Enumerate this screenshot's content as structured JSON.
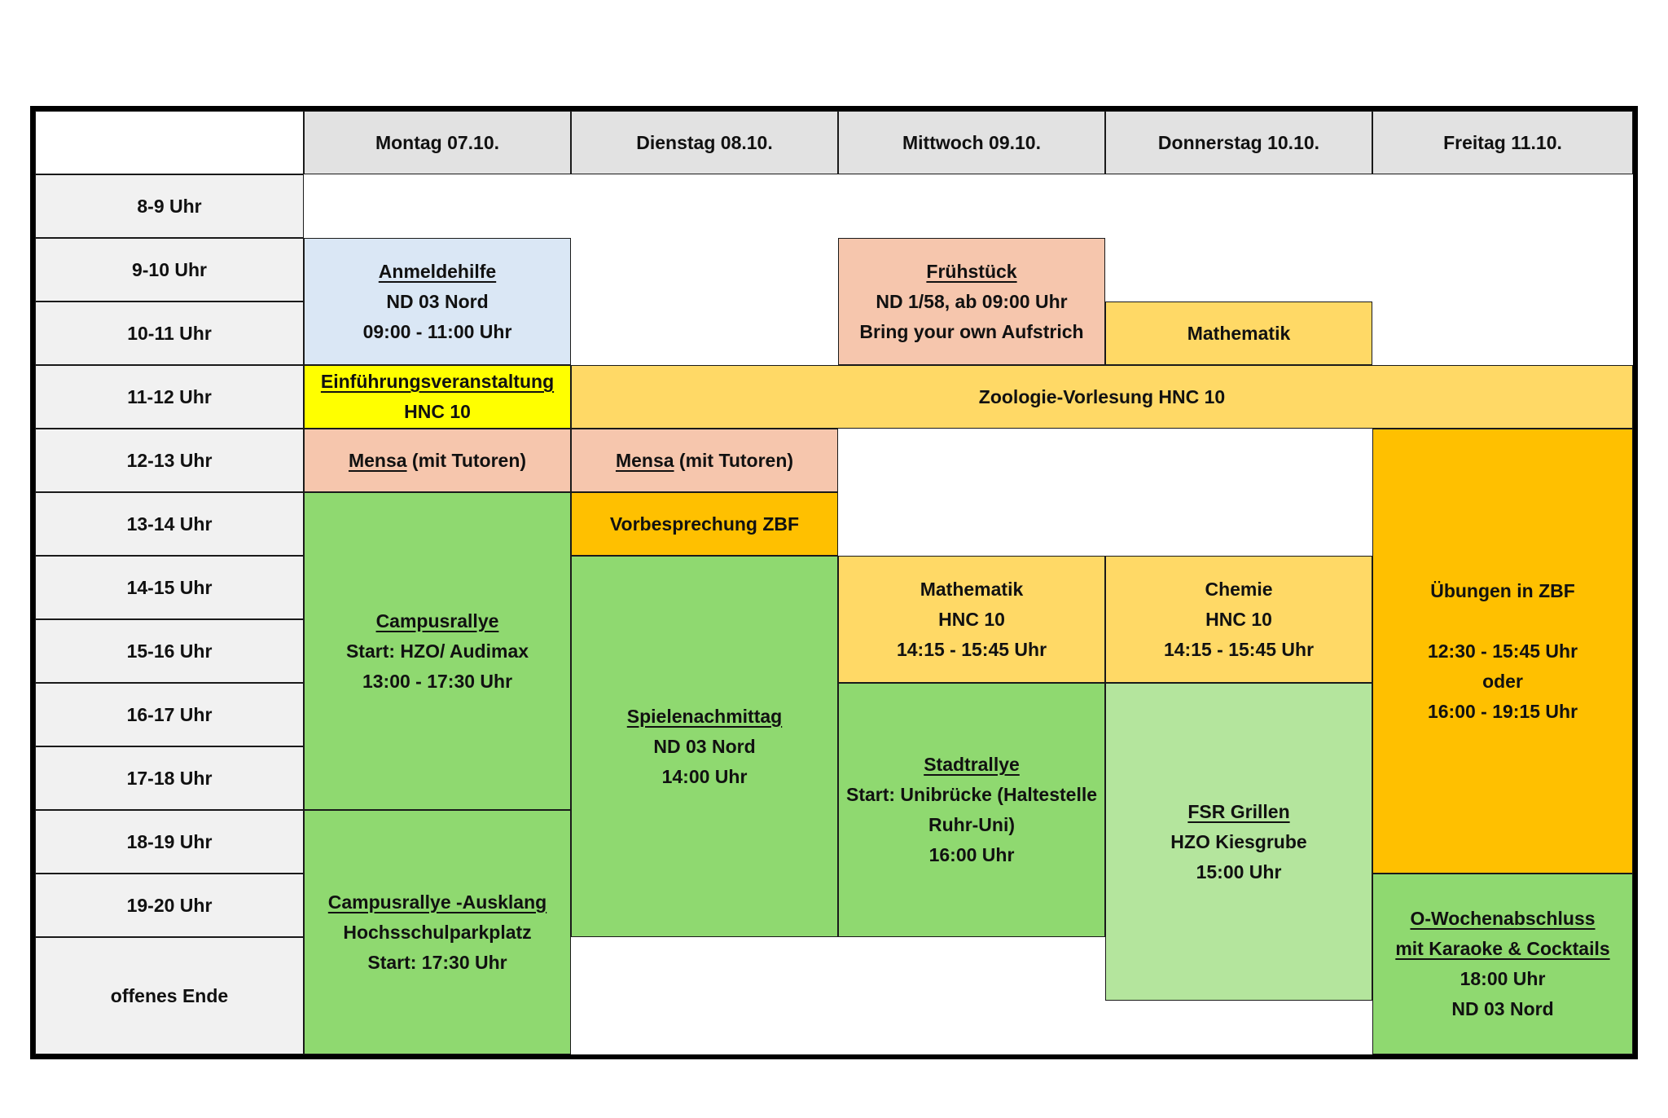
{
  "days": [
    "Montag 07.10.",
    "Dienstag 08.10.",
    "Mittwoch 09.10.",
    "Donnerstag 10.10.",
    "Freitag 11.10."
  ],
  "times": [
    "8-9 Uhr",
    "9-10 Uhr",
    "10-11 Uhr",
    "11-12 Uhr",
    "12-13 Uhr",
    "13-14 Uhr",
    "14-15 Uhr",
    "15-16 Uhr",
    "16-17 Uhr",
    "17-18 Uhr",
    "18-19 Uhr",
    "19-20 Uhr",
    "offenes Ende"
  ],
  "colors": {
    "light_blue": "#dae7f5",
    "salmon": "#f6c6ad",
    "light_yellow": "#ffd966",
    "bright_yellow": "#ffff00",
    "orange": "#ffc000",
    "green": "#8fd970",
    "light_green": "#b4e59d"
  },
  "events": {
    "anmeldehilfe": {
      "title": "Anmeldehilfe",
      "l1": "ND 03 Nord",
      "l2": "09:00 - 11:00 Uhr"
    },
    "einfuehrung": {
      "title": "Einführungsveranstaltung",
      "l1": "HNC 10"
    },
    "mensa_mo": {
      "title": "Mensa",
      "rest": " (mit Tutoren)"
    },
    "campusrallye": {
      "title": "Campusrallye",
      "l1": "Start: HZO/ Audimax",
      "l2": "13:00 - 17:30 Uhr"
    },
    "ausklang": {
      "title": "Campusrallye -Ausklang",
      "l1": "Hochsschulparkplatz",
      "l2": "Start: 17:30 Uhr"
    },
    "mensa_di": {
      "title": "Mensa",
      "rest": " (mit Tutoren)"
    },
    "vorbesprechung": {
      "title": "Vorbesprechung ZBF"
    },
    "spielenachmittag": {
      "title": "Spielenachmittag",
      "l1": "ND 03 Nord",
      "l2": "14:00 Uhr"
    },
    "fruehstueck": {
      "title": "Frühstück",
      "l1": "ND 1/58, ab 09:00 Uhr",
      "l2": "Bring your own Aufstrich"
    },
    "mathematik_do": {
      "title": "Mathematik"
    },
    "zoologie": {
      "title": "Zoologie-Vorlesung HNC 10"
    },
    "mathematik_mi": {
      "title": "Mathematik",
      "l1": "HNC 10",
      "l2": "14:15 - 15:45 Uhr"
    },
    "stadtrallye": {
      "title": "Stadtrallye",
      "l1": "Start: Unibrücke (Haltestelle",
      "l2": "Ruhr-Uni)",
      "l3": "16:00 Uhr"
    },
    "chemie": {
      "title": "Chemie",
      "l1": "HNC 10",
      "l2": "14:15 - 15:45 Uhr"
    },
    "fsr_grillen": {
      "title": "FSR Grillen",
      "l1": "HZO Kiesgrube",
      "l2": "15:00 Uhr"
    },
    "uebungen": {
      "title": "Übungen in ZBF",
      "l1": "12:30 - 15:45 Uhr",
      "l2": "oder",
      "l3": "16:00 - 19:15 Uhr"
    },
    "abschluss": {
      "title": "O-Wochenabschluss",
      "l1": "mit Karaoke & Cocktails",
      "l2": "18:00 Uhr",
      "l3": "ND 03 Nord"
    }
  }
}
